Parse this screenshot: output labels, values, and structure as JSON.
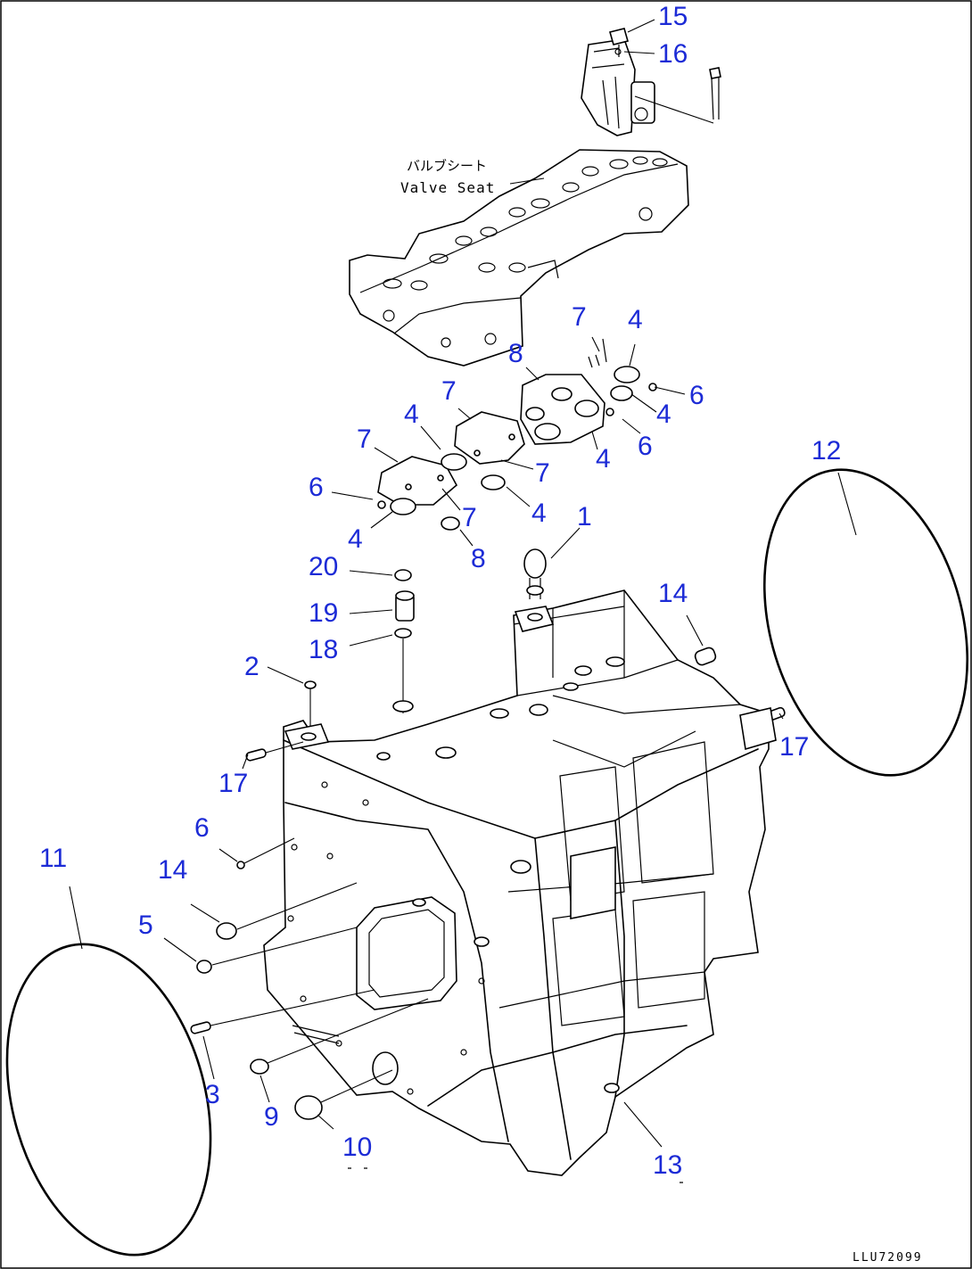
{
  "figure": {
    "drawing_code": "LLU72099",
    "annotation": {
      "japanese": "バルブシート",
      "english": "Valve Seat"
    }
  },
  "callouts": [
    {
      "id": "c15",
      "label": "15"
    },
    {
      "id": "c16",
      "label": "16"
    },
    {
      "id": "c7a",
      "label": "7"
    },
    {
      "id": "c4a",
      "label": "4"
    },
    {
      "id": "c8a",
      "label": "8"
    },
    {
      "id": "c6a",
      "label": "6"
    },
    {
      "id": "c4b",
      "label": "4"
    },
    {
      "id": "c7b",
      "label": "7"
    },
    {
      "id": "c4c",
      "label": "4"
    },
    {
      "id": "c6b",
      "label": "6"
    },
    {
      "id": "c7c",
      "label": "7"
    },
    {
      "id": "c7d",
      "label": "7"
    },
    {
      "id": "c4d",
      "label": "4"
    },
    {
      "id": "c12",
      "label": "12"
    },
    {
      "id": "c6c",
      "label": "6"
    },
    {
      "id": "c7e",
      "label": "7"
    },
    {
      "id": "c4e",
      "label": "4"
    },
    {
      "id": "c4f",
      "label": "4"
    },
    {
      "id": "c1",
      "label": "1"
    },
    {
      "id": "c8b",
      "label": "8"
    },
    {
      "id": "c20",
      "label": "20"
    },
    {
      "id": "c14a",
      "label": "14"
    },
    {
      "id": "c19",
      "label": "19"
    },
    {
      "id": "c18",
      "label": "18"
    },
    {
      "id": "c2",
      "label": "2"
    },
    {
      "id": "c17a",
      "label": "17"
    },
    {
      "id": "c17b",
      "label": "17"
    },
    {
      "id": "c6d",
      "label": "6"
    },
    {
      "id": "c11",
      "label": "11"
    },
    {
      "id": "c14b",
      "label": "14"
    },
    {
      "id": "c5",
      "label": "5"
    },
    {
      "id": "c3",
      "label": "3"
    },
    {
      "id": "c9",
      "label": "9"
    },
    {
      "id": "c10",
      "label": "10"
    },
    {
      "id": "c13",
      "label": "13"
    }
  ]
}
